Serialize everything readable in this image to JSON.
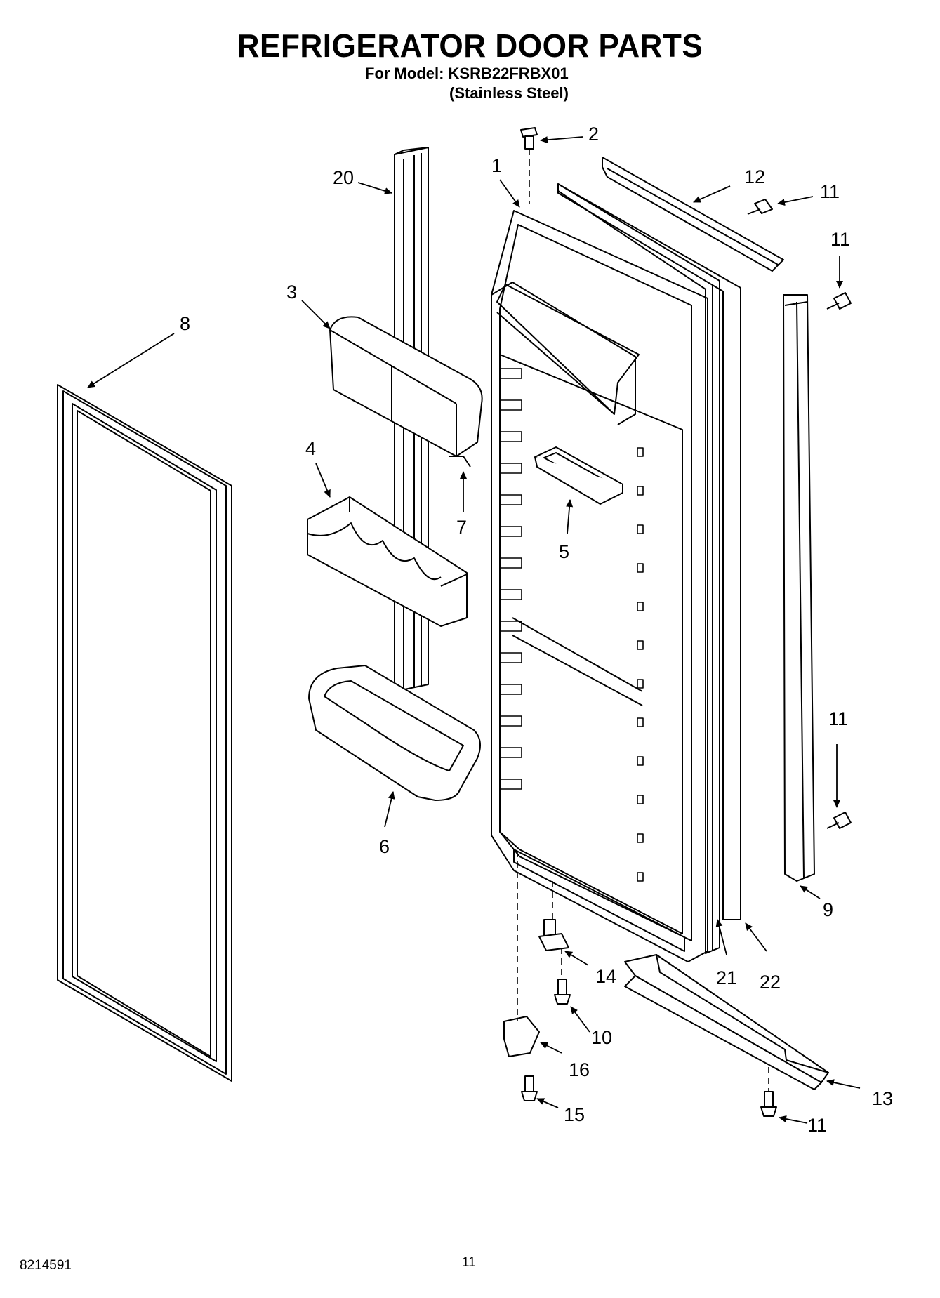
{
  "header": {
    "title": "REFRIGERATOR DOOR PARTS",
    "model_line": "For Model: KSRB22FRBX01",
    "variant": "(Stainless Steel)"
  },
  "callouts": [
    {
      "id": "c1",
      "label": "1"
    },
    {
      "id": "c2",
      "label": "2"
    },
    {
      "id": "c3",
      "label": "3"
    },
    {
      "id": "c4",
      "label": "4"
    },
    {
      "id": "c5",
      "label": "5"
    },
    {
      "id": "c6",
      "label": "6"
    },
    {
      "id": "c7",
      "label": "7"
    },
    {
      "id": "c8",
      "label": "8"
    },
    {
      "id": "c9",
      "label": "9"
    },
    {
      "id": "c10",
      "label": "10"
    },
    {
      "id": "c11a",
      "label": "11"
    },
    {
      "id": "c11b",
      "label": "11"
    },
    {
      "id": "c11c",
      "label": "11"
    },
    {
      "id": "c11d",
      "label": "11"
    },
    {
      "id": "c12",
      "label": "12"
    },
    {
      "id": "c13",
      "label": "13"
    },
    {
      "id": "c14",
      "label": "14"
    },
    {
      "id": "c15",
      "label": "15"
    },
    {
      "id": "c16",
      "label": "16"
    },
    {
      "id": "c20",
      "label": "20"
    },
    {
      "id": "c21",
      "label": "21"
    },
    {
      "id": "c22",
      "label": "22"
    }
  ],
  "footer": {
    "doc_number": "8214591",
    "page_number": "11"
  }
}
